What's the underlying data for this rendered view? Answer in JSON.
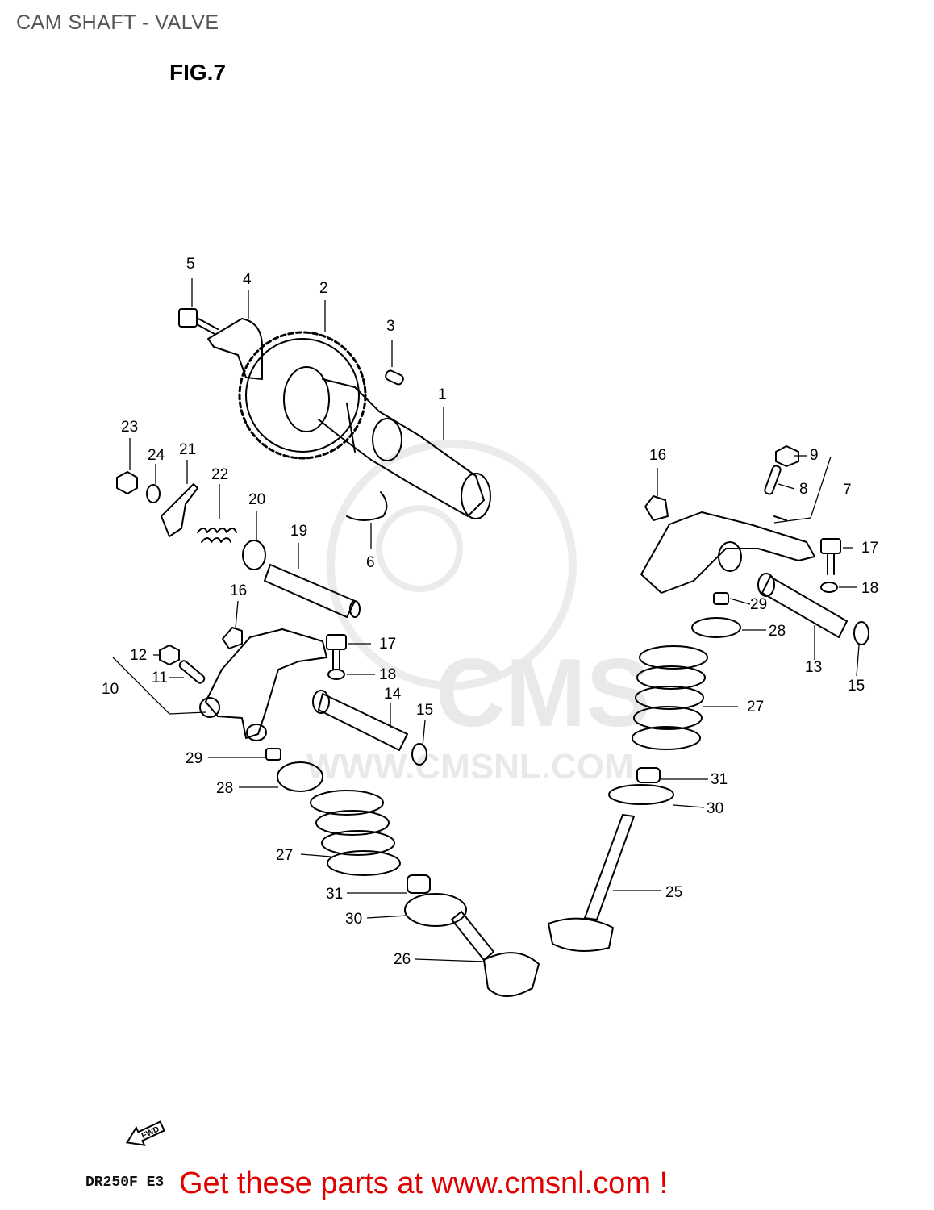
{
  "page": {
    "title": "CAM SHAFT - VALVE",
    "figure_label": "FIG.7",
    "model_code": "DR250F  E3",
    "promo_text": "Get these parts at www.cmsnl.com !",
    "fwd_label": "FWD"
  },
  "watermark": {
    "brand": "CMS",
    "url": "WWW.CMSNL.COM"
  },
  "callouts": [
    "1",
    "2",
    "3",
    "4",
    "5",
    "6",
    "7",
    "8",
    "9",
    "10",
    "11",
    "12",
    "13",
    "14",
    "15",
    "15",
    "16",
    "16",
    "17",
    "17",
    "18",
    "18",
    "19",
    "20",
    "21",
    "22",
    "23",
    "24",
    "25",
    "26",
    "27",
    "27",
    "28",
    "28",
    "29",
    "29",
    "30",
    "30",
    "31",
    "31"
  ],
  "colors": {
    "promo": "#e00000",
    "title": "#555555",
    "line": "#000000",
    "watermark": "#d8d8d8"
  }
}
